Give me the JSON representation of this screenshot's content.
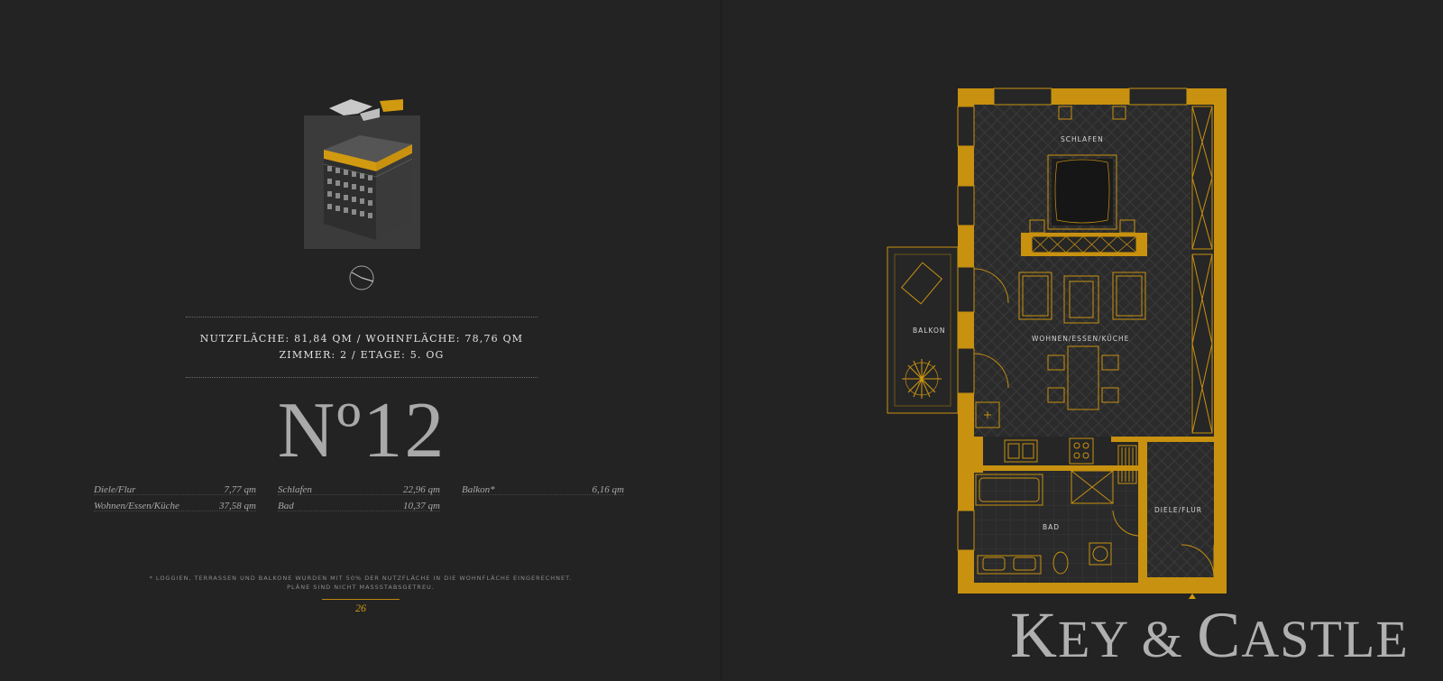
{
  "summary": {
    "line1": "NUTZFLÄCHE: 81,84 QM / WOHNFLÄCHE: 78,76 QM",
    "line2": "ZIMMER: 2 / ETAGE: 5. OG"
  },
  "unit_number": "Nº12",
  "rooms": [
    {
      "name": "Diele/Flur",
      "area": "7,77 qm"
    },
    {
      "name": "Wohnen/Essen/Küche",
      "area": "37,58 qm"
    },
    {
      "name": "Schlafen",
      "area": "22,96 qm"
    },
    {
      "name": "Bad",
      "area": "10,37 qm"
    },
    {
      "name": "Balkon*",
      "area": "6,16 qm"
    }
  ],
  "footnote": {
    "line1": "* Loggien, Terrassen und Balkone wurden mit 50% der Nutzfläche in die Wohnfläche eingerechnet.",
    "line2": "Pläne sind nicht maßstabsgetreu."
  },
  "page_number": "26",
  "floorplan_labels": {
    "schlafen": "SCHLAFEN",
    "balkon": "BALKON",
    "wohnen": "WOHNEN/ESSEN/KÜCHE",
    "bad": "BAD",
    "diele": "DIELE/FLUR"
  },
  "brand": {
    "k": "K",
    "ey": "EY",
    "amp": " & ",
    "c": "C",
    "astle": "ASTLE"
  },
  "colors": {
    "background": "#232323",
    "accent_gold": "#d19a10",
    "wall_gold": "#c8910f",
    "text_light": "#d8d8d8",
    "text_gray": "#a8a8a8"
  },
  "icons": [
    "building-isometric-icon",
    "compass-icon",
    "floorplan-diagram"
  ]
}
